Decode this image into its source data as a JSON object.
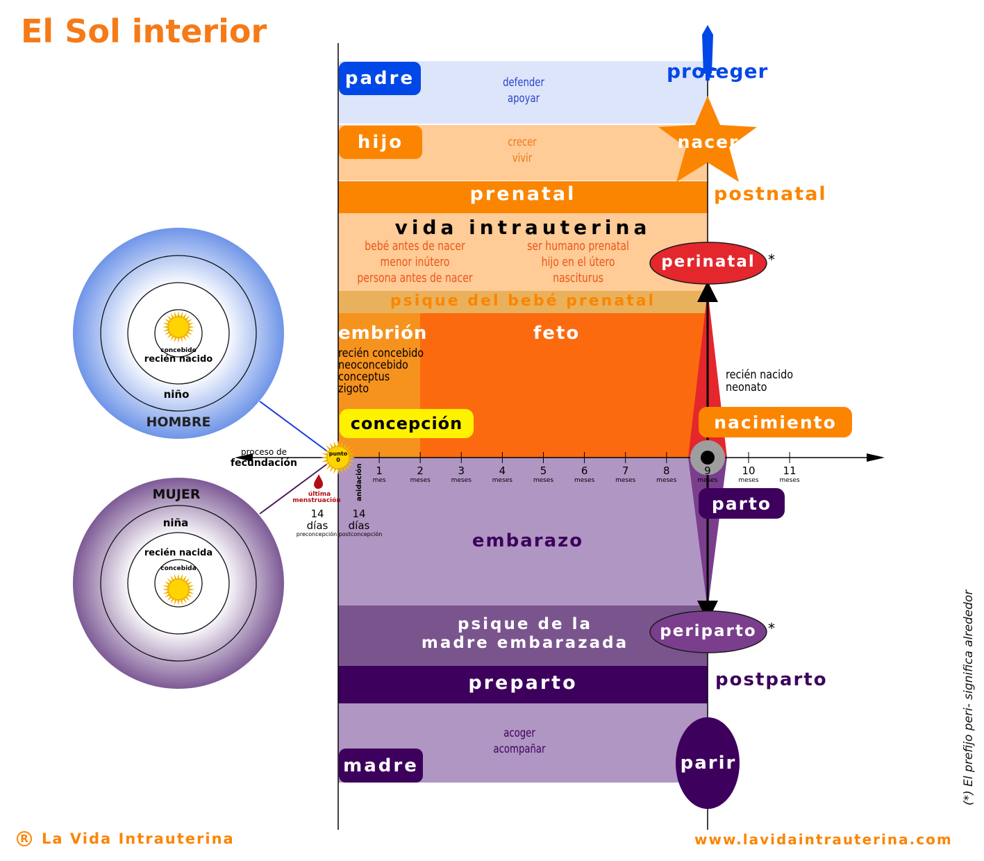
{
  "title": "El Sol interior",
  "father": {
    "label": "padre",
    "verbs": [
      "defender",
      "apoyar"
    ],
    "proteger": "proteger"
  },
  "son": {
    "label": "hijo",
    "verbs": [
      "crecer",
      "vivir"
    ],
    "nacer": "nacer"
  },
  "prenatal": "prenatal",
  "postnatal": "postnatal",
  "vida": {
    "title": "vida intrauterina",
    "left": [
      "bebé antes de nacer",
      "menor inútero",
      "persona antes de nacer"
    ],
    "right": [
      "ser humano prenatal",
      "hijo en el útero",
      "nasciturus"
    ]
  },
  "perinatal": "perinatal",
  "asterisk": "*",
  "psique_bebe": "psique del bebé prenatal",
  "embrion": {
    "label": "embrión",
    "terms": [
      "recién concebido",
      "neoconcebido",
      "conceptus",
      "zigoto"
    ]
  },
  "feto": "feto",
  "neonato": [
    "recién nacido",
    "neonato"
  ],
  "concepcion": "concepción",
  "nacimiento": "nacimiento",
  "axis": {
    "months": [
      {
        "n": "1",
        "u": "mes"
      },
      {
        "n": "2",
        "u": "meses"
      },
      {
        "n": "3",
        "u": "meses"
      },
      {
        "n": "4",
        "u": "meses"
      },
      {
        "n": "5",
        "u": "meses"
      },
      {
        "n": "6",
        "u": "meses"
      },
      {
        "n": "7",
        "u": "meses"
      },
      {
        "n": "8",
        "u": "meses"
      },
      {
        "n": "9",
        "u": "meses"
      },
      {
        "n": "10",
        "u": "meses"
      },
      {
        "n": "11",
        "u": "meses"
      }
    ],
    "proceso": "proceso de",
    "fecundacion": "fecundación",
    "punto": "punto",
    "cero": "0",
    "ultima": "última",
    "menstruacion": "menstruación",
    "dias_left": {
      "n": "14",
      "u": "días",
      "sub": "preconcepción"
    },
    "dias_right": {
      "n": "14",
      "u": "días",
      "sub": "postconcepción"
    },
    "anidacion": "anidación"
  },
  "parto": "parto",
  "embarazo": "embarazo",
  "psique_madre": [
    "psique de la",
    "madre embarazada"
  ],
  "periparto": "periparto",
  "preparto": "preparto",
  "postparto": "postparto",
  "mother": {
    "label": "madre",
    "verbs": [
      "acoger",
      "acompañar"
    ],
    "parir": "parir"
  },
  "hombre_circle": {
    "concebido": "concebido",
    "recien": "recién nacido",
    "nino": "niño",
    "hombre": "HOMBRE"
  },
  "mujer_circle": {
    "mujer": "MUJER",
    "nina": "niña",
    "recien": "recién nacida",
    "concebida": "concebida"
  },
  "side_note": "(*) El prefijo peri- significa alrededor",
  "footer": {
    "brand_mark": "R",
    "brand": "La Vida Intrauterina",
    "url": "www.lavidaintrauterina.com"
  },
  "colors": {
    "orange": "#fb8500",
    "peach": "#ffcb96",
    "blue": "#0047e8",
    "purple": "#3d005c",
    "lilac": "#b096c2",
    "red": "#e4262d"
  }
}
